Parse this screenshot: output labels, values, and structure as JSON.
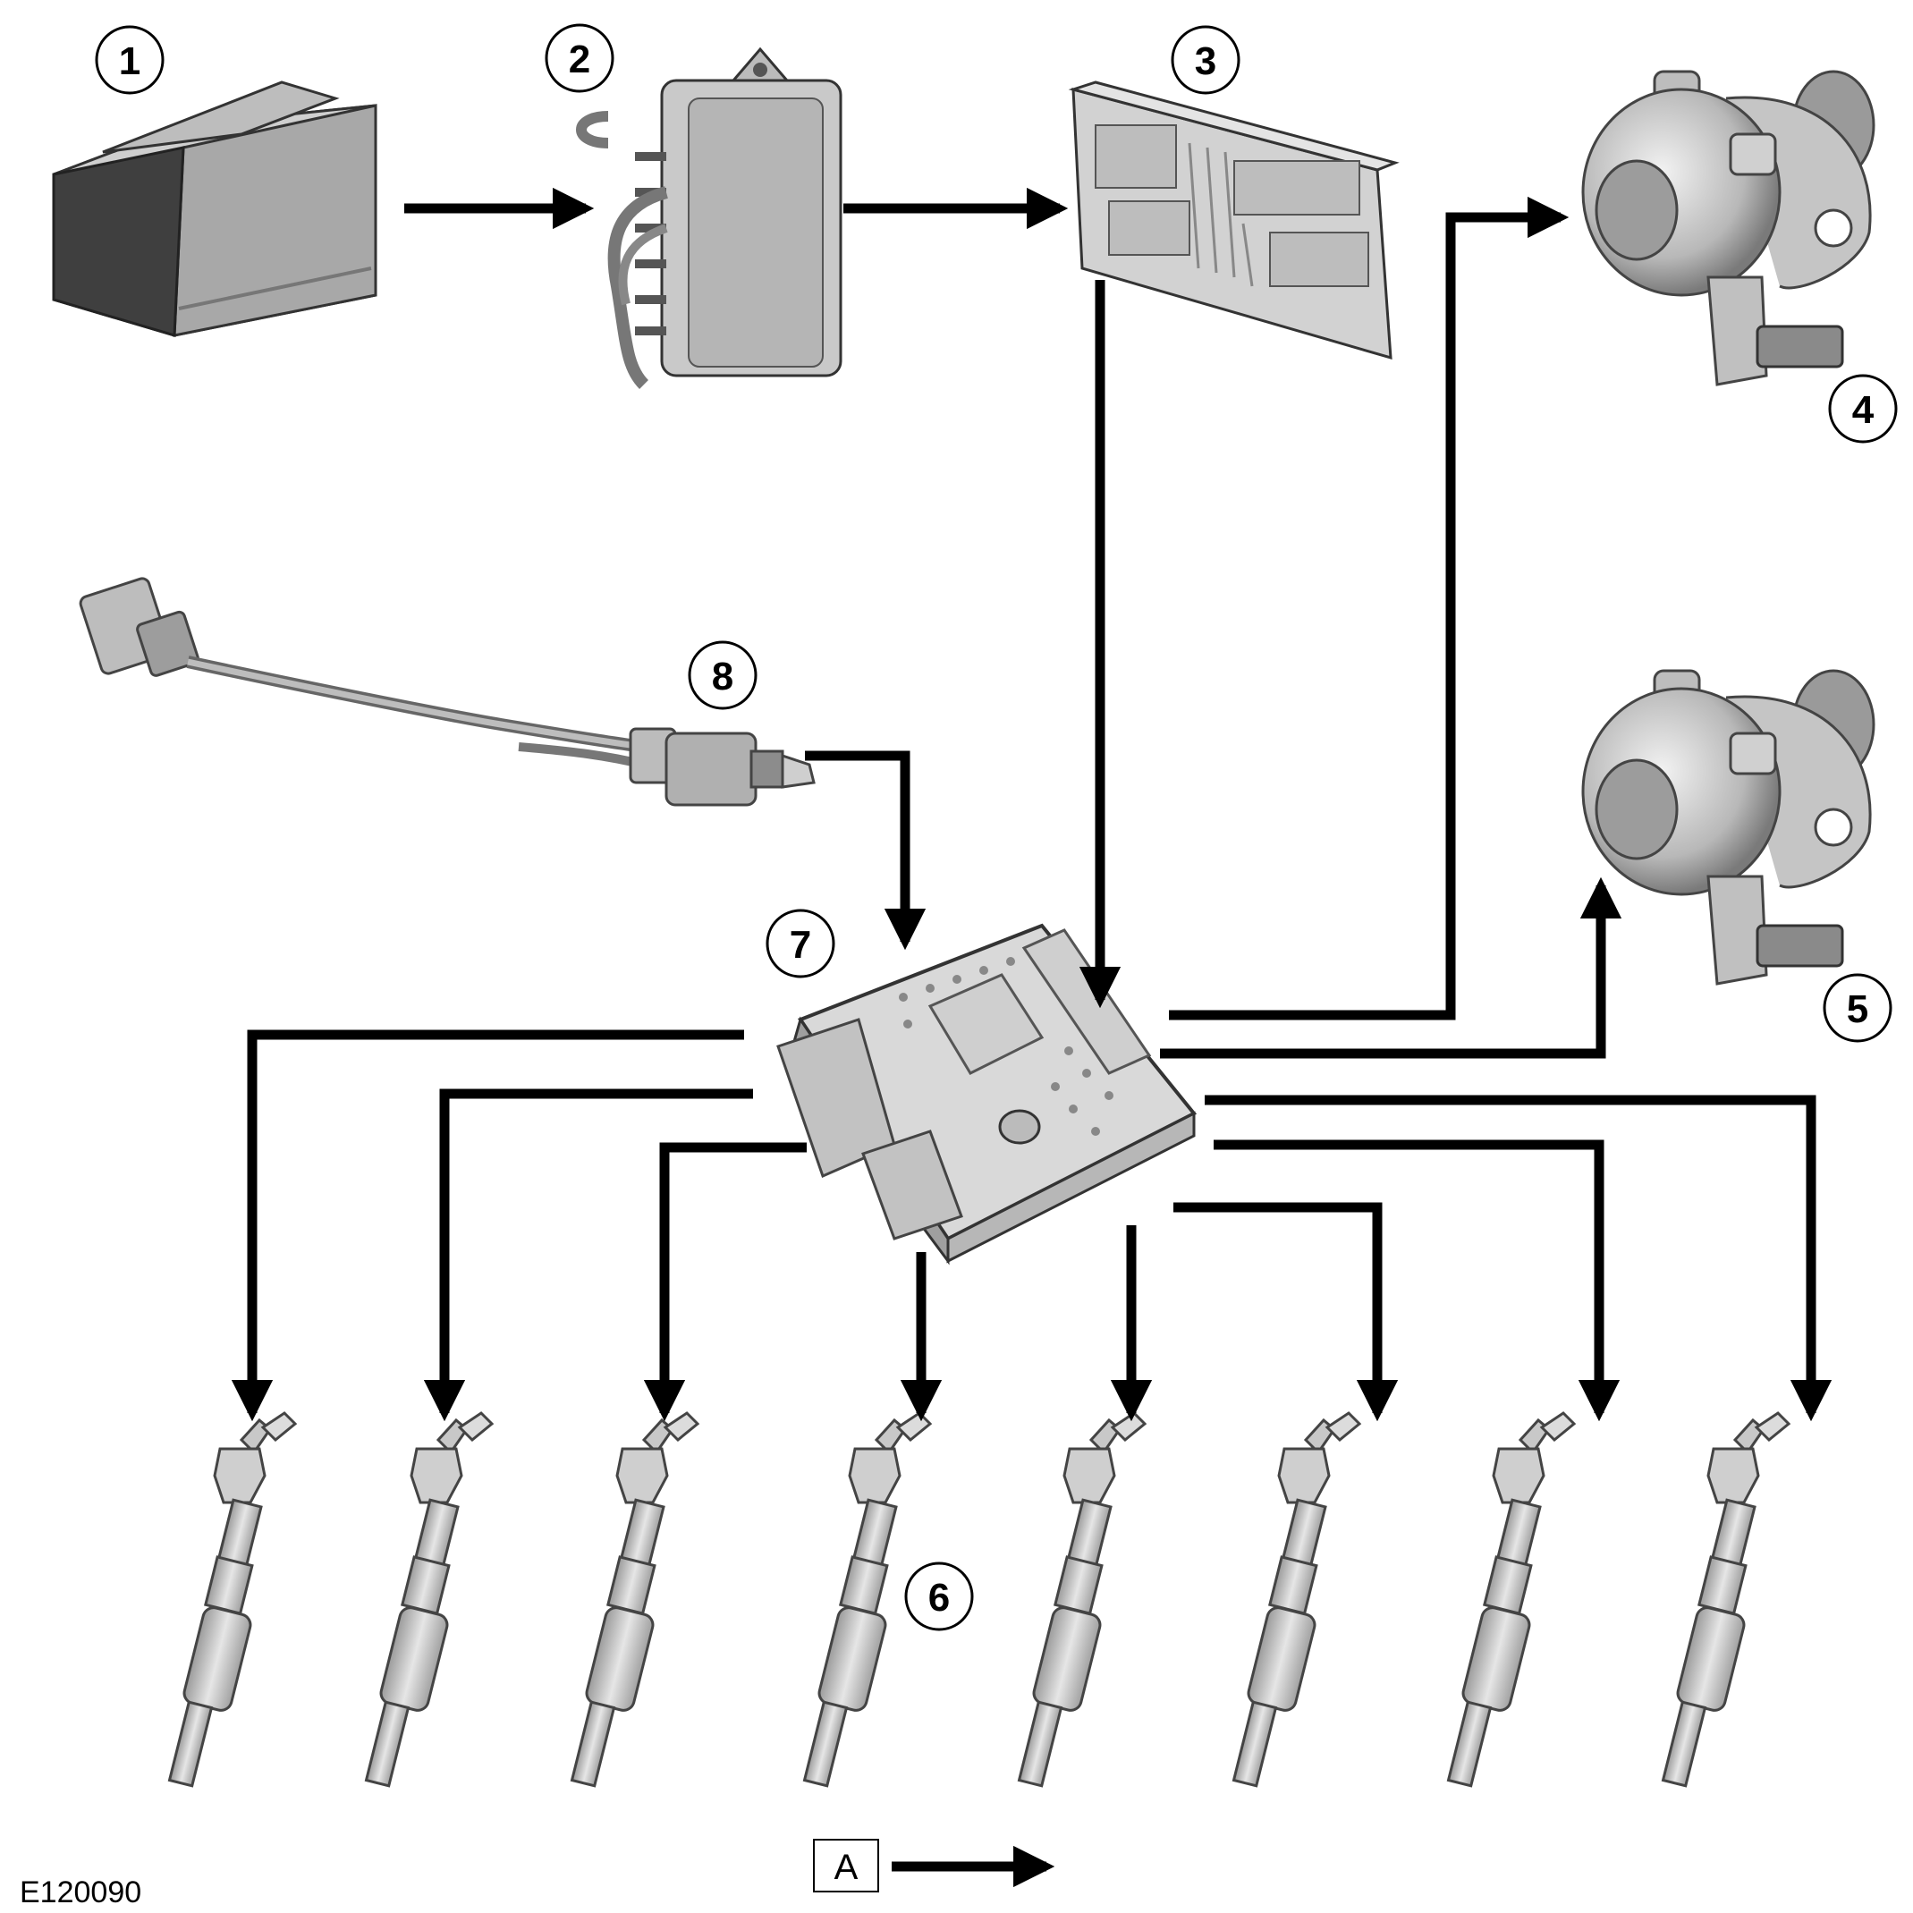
{
  "callouts": {
    "c1": "1",
    "c2": "2",
    "c3": "3",
    "c4": "4",
    "c5": "5",
    "c6": "6",
    "c7": "7",
    "c8": "8"
  },
  "legend": {
    "key": "A"
  },
  "figure_ref": "E120090",
  "colors": {
    "line": "#000000",
    "part_light": "#d6d6d6",
    "part_mid": "#a9a9a9",
    "part_dark": "#555555"
  }
}
